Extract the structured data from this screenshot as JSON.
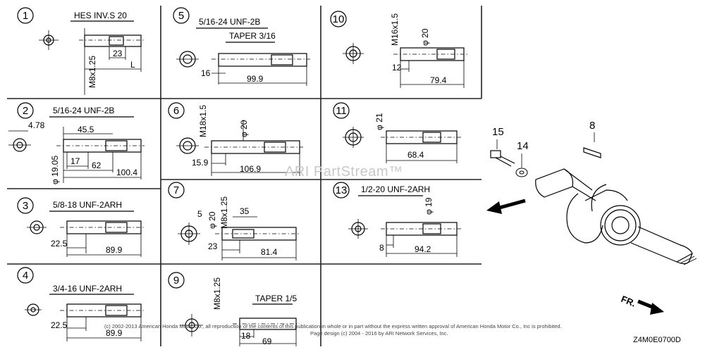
{
  "cells": [
    {
      "num": "1",
      "labels": [
        "HES INV.S 20",
        "M8x1.25",
        "23",
        "L"
      ]
    },
    {
      "num": "2",
      "labels": [
        "5/16-24 UNF-2B",
        "4.78",
        "45.5",
        "φ 19.05",
        "17",
        "62",
        "100.4"
      ]
    },
    {
      "num": "3",
      "labels": [
        "5/8-18 UNF-2ARH",
        "22.5",
        "89.9"
      ]
    },
    {
      "num": "4",
      "labels": [
        "3/4-16 UNF-2ARH",
        "22.5",
        "89.9"
      ]
    },
    {
      "num": "5",
      "labels": [
        "5/16-24 UNF-2B",
        "TAPER 3/16",
        "16",
        "99.9"
      ]
    },
    {
      "num": "6",
      "labels": [
        "M18x1.5",
        "φ 20",
        "15.9",
        "106.9"
      ]
    },
    {
      "num": "7",
      "labels": [
        "5",
        "35",
        "φ 20",
        "M8x1.25",
        "23",
        "81.4"
      ]
    },
    {
      "num": "9",
      "labels": [
        "M8x1.25",
        "TAPER 1/5",
        "18",
        "69"
      ]
    },
    {
      "num": "10",
      "labels": [
        "M16x1.5",
        "φ 20",
        "12",
        "79.4"
      ]
    },
    {
      "num": "11",
      "labels": [
        "φ 21",
        "68.4"
      ]
    },
    {
      "num": "13",
      "labels": [
        "1/2-20 UNF-2ARH",
        "φ 19",
        "8",
        "94.2"
      ]
    }
  ],
  "parts": {
    "p15": "15",
    "p14": "14",
    "p8": "8"
  },
  "front_label": "FR.",
  "watermark": "ARI PartStream™",
  "copyright_line1": "(c) 2002-2013 American Honda Motor Co., all reproduction of the contents of this publication in whole or in part without the express written approval of American Honda Motor Co., Inc is prohibited.",
  "copyright_line2": "Page design (c) 2004 - 2016 by ARI Network Services, Inc.",
  "diagram_code": "Z4M0E0700D"
}
